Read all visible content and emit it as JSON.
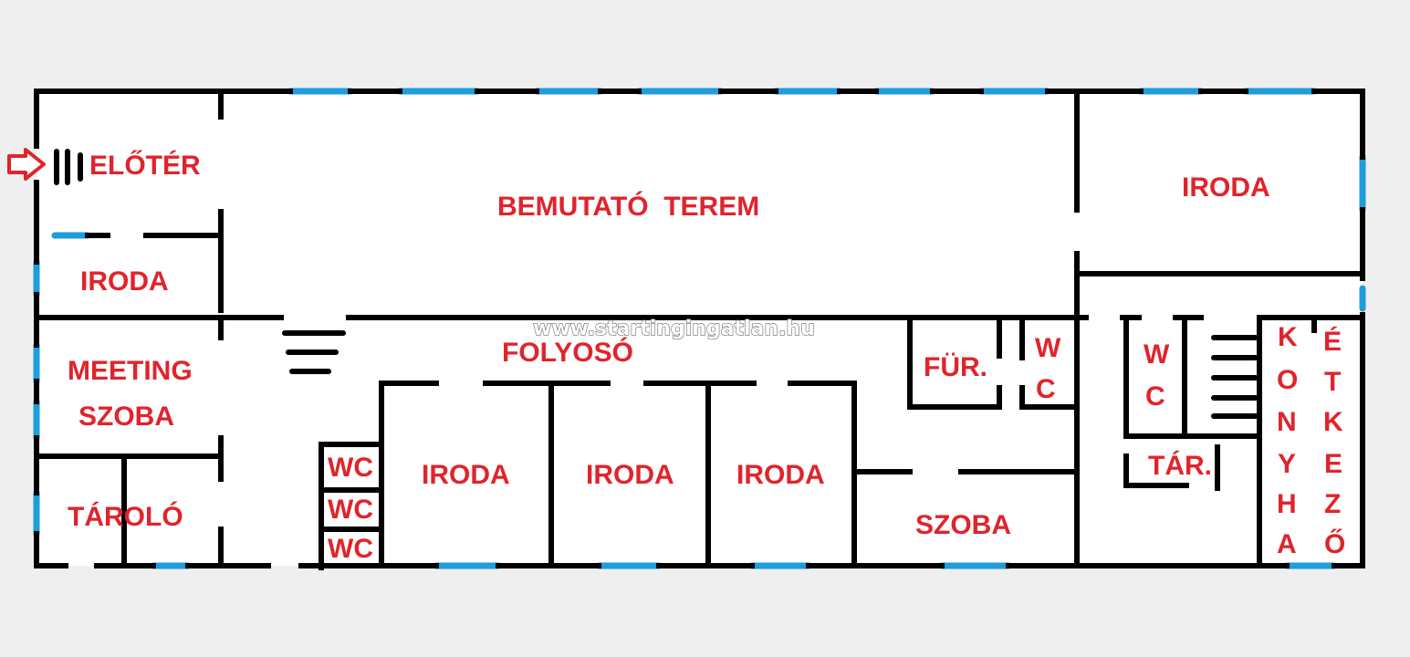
{
  "floorplan": {
    "rooms": {
      "eloter": "ELŐTÉR",
      "bemutato_terem": "BEMUTATÓ  TEREM",
      "iroda_ne": "IRODA",
      "iroda_w": "IRODA",
      "meeting_line1": "MEETING",
      "meeting_line2": "SZOBA",
      "tarolo": "TÁROLÓ",
      "folyoso": "FOLYOSÓ",
      "wc1": "WC",
      "wc2": "WC",
      "wc3": "WC",
      "iroda_1": "IRODA",
      "iroda_2": "IRODA",
      "iroda_3": "IRODA",
      "fur": "FÜR.",
      "wc_v1": [
        "W",
        "C"
      ],
      "wc_v2": [
        "W",
        "C"
      ],
      "szoba": "SZOBA",
      "tar": "TÁR.",
      "konyha": [
        "K",
        "O",
        "N",
        "Y",
        "H",
        "A"
      ],
      "etkezo": [
        "É",
        "T",
        "K",
        "E",
        "Z",
        "Ő"
      ]
    },
    "watermark": "www.startingingatlan.hu",
    "colors": {
      "wall": "#000000",
      "window": "#1e9cdc",
      "label": "#e0242c",
      "entrance_arrow": "#e0242c",
      "background": "#efefef"
    },
    "icons": {
      "entrance": "entrance-arrow-icon",
      "stairs": "stairs-icon"
    }
  }
}
